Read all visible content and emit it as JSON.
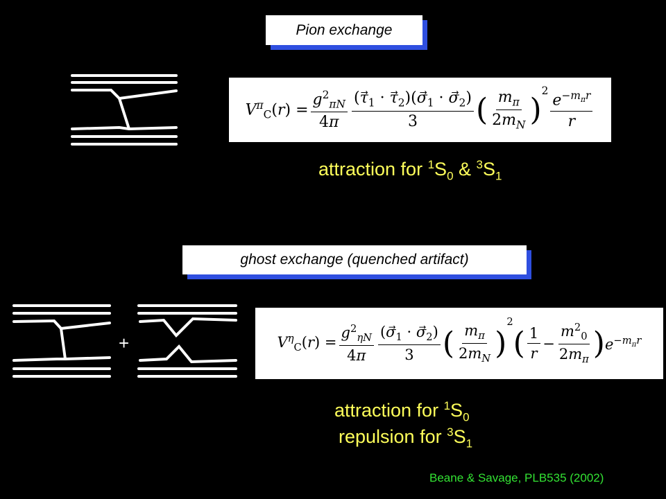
{
  "top": {
    "box_label": "Pion exchange",
    "caption": {
      "prefix": "attraction for ",
      "a_sup": "1",
      "a_letter": "S",
      "a_sub": "0",
      "joiner": " & ",
      "b_sup": "3",
      "b_letter": "S",
      "b_sub": "1"
    }
  },
  "bottom": {
    "box_label": "ghost  exchange (quenched artifact)",
    "plus": "+",
    "line1": {
      "prefix": "attraction for ",
      "sup": "1",
      "letter": "S",
      "sub": "0"
    },
    "line2": {
      "prefix": "repulsion for ",
      "sup": "3",
      "letter": "S",
      "sub": "1"
    }
  },
  "citation": "Beane & Savage, PLB535 (2002)",
  "colors": {
    "background": "#000000",
    "box_shadow": "#2f4fe0",
    "caption": "#ffff5a",
    "citation": "#33e233"
  }
}
